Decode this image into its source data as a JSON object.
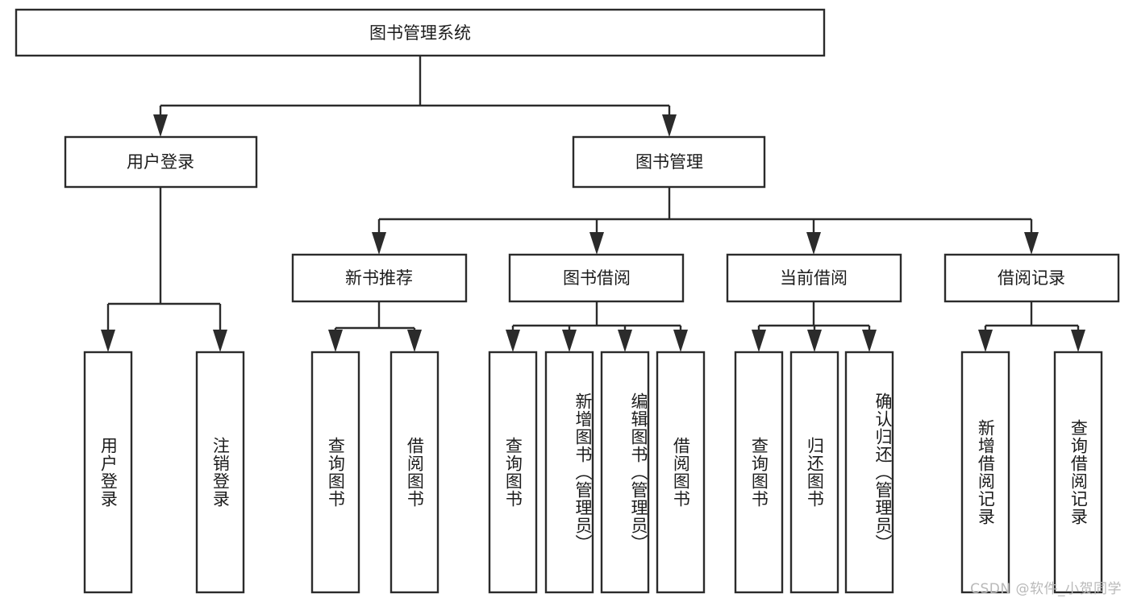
{
  "diagram": {
    "type": "tree-hierarchy-chart",
    "title": "图书管理系统",
    "root": {
      "id": "root",
      "label": "图书管理系统",
      "orientation": "horizontal"
    },
    "level2": [
      {
        "id": "user-login",
        "label": "用户登录",
        "orientation": "horizontal"
      },
      {
        "id": "book-management",
        "label": "图书管理",
        "orientation": "horizontal"
      }
    ],
    "level3": [
      {
        "id": "new-book-recommend",
        "label": "新书推荐",
        "orientation": "horizontal",
        "parent": "book-management"
      },
      {
        "id": "book-borrow",
        "label": "图书借阅",
        "orientation": "horizontal",
        "parent": "book-management"
      },
      {
        "id": "current-borrow",
        "label": "当前借阅",
        "orientation": "horizontal",
        "parent": "book-management"
      },
      {
        "id": "borrow-record",
        "label": "借阅记录",
        "orientation": "horizontal",
        "parent": "book-management"
      }
    ],
    "leaves": [
      {
        "id": "leaf-user-login",
        "label": "用户登录",
        "orientation": "vertical",
        "parent": "user-login"
      },
      {
        "id": "leaf-logout-login",
        "label": "注销登录",
        "orientation": "vertical",
        "parent": "user-login"
      },
      {
        "id": "leaf-query-book-1",
        "label": "查询图书",
        "orientation": "vertical",
        "parent": "new-book-recommend"
      },
      {
        "id": "leaf-borrow-book-1",
        "label": "借阅图书",
        "orientation": "vertical",
        "parent": "new-book-recommend"
      },
      {
        "id": "leaf-query-book-2",
        "label": "查询图书",
        "orientation": "vertical",
        "parent": "book-borrow"
      },
      {
        "id": "leaf-add-book",
        "label": "新增图书（管理员）",
        "orientation": "vertical",
        "parent": "book-borrow"
      },
      {
        "id": "leaf-edit-book",
        "label": "编辑图书（管理员）",
        "orientation": "vertical",
        "parent": "book-borrow"
      },
      {
        "id": "leaf-borrow-book-2",
        "label": "借阅图书",
        "orientation": "vertical",
        "parent": "book-borrow"
      },
      {
        "id": "leaf-query-book-3",
        "label": "查询图书",
        "orientation": "vertical",
        "parent": "current-borrow"
      },
      {
        "id": "leaf-return-book",
        "label": "归还图书",
        "orientation": "vertical",
        "parent": "current-borrow"
      },
      {
        "id": "leaf-confirm-return",
        "label": "确认归还（管理员）",
        "orientation": "vertical",
        "parent": "current-borrow"
      },
      {
        "id": "leaf-add-record",
        "label": "新增借阅记录",
        "orientation": "vertical",
        "parent": "borrow-record"
      },
      {
        "id": "leaf-query-record",
        "label": "查询借阅记录",
        "orientation": "vertical",
        "parent": "borrow-record"
      }
    ]
  },
  "watermark": {
    "text": "CSDN @软件_小贺同学"
  },
  "colors": {
    "box_stroke": "#2b2b2b",
    "box_fill": "#ffffff",
    "text": "#1c1c1c",
    "watermark": "#b9b9b9",
    "background": "#ffffff"
  }
}
